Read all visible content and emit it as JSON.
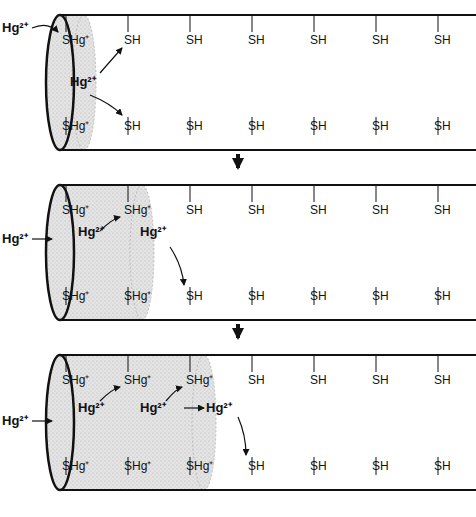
{
  "diagram": {
    "labels": [
      "Hg²⁺",
      "SHg⁺",
      "SH",
      "SH",
      "SH",
      "SH",
      "SH",
      "SH",
      "Hg²⁺",
      "SHg⁺",
      "SH",
      "SH",
      "SH",
      "SH",
      "SH",
      "SH",
      "Hg²⁺",
      "SHg⁺",
      "SHg⁺",
      "SH",
      "SH",
      "SH",
      "SH",
      "SH",
      "Hg²⁺",
      "Hg²⁺",
      "SHg⁺",
      "SHg⁺",
      "SH",
      "SH",
      "SH",
      "SH",
      "SH",
      "Hg²⁺",
      "SHg⁺",
      "SHg⁺",
      "SHg⁺",
      "SH",
      "SH",
      "SH",
      "SH",
      "Hg²⁺",
      "Hg²⁺",
      "Hg²⁺",
      "SHg⁺",
      "SHg⁺",
      "SHg⁺",
      "SH",
      "SH",
      "SH",
      "SH"
    ]
  }
}
